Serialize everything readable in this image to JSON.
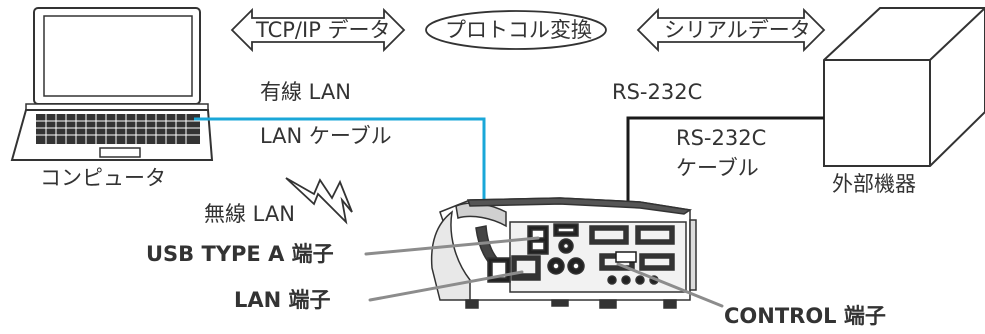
{
  "colors": {
    "lan_cable": "#1aa7d8",
    "rs232_cable": "#1a1a1a",
    "port_leader": "#8c8c8c",
    "outline": "#333333"
  },
  "top_flow": {
    "tcpip_arrow": "TCP/IP データ",
    "protocol_oval": "プロトコル変換",
    "serial_arrow": "シリアルデータ"
  },
  "labels": {
    "wired_lan": "有線 LAN",
    "rs232c": "RS-232C",
    "lan_cable": "LAN ケーブル",
    "rs232c_cable_line1": "RS-232C",
    "rs232c_cable_line2": "ケーブル",
    "computer": "コンピュータ",
    "external_device": "外部機器",
    "wireless_lan": "無線 LAN",
    "usb_port": "USB TYPE A 端子",
    "lan_port": "LAN 端子",
    "control_port": "CONTROL 端子"
  },
  "icons": {
    "laptop": "laptop-icon",
    "box": "external-box-icon",
    "wireless": "lightning-icon",
    "projector": "projector-icon"
  }
}
